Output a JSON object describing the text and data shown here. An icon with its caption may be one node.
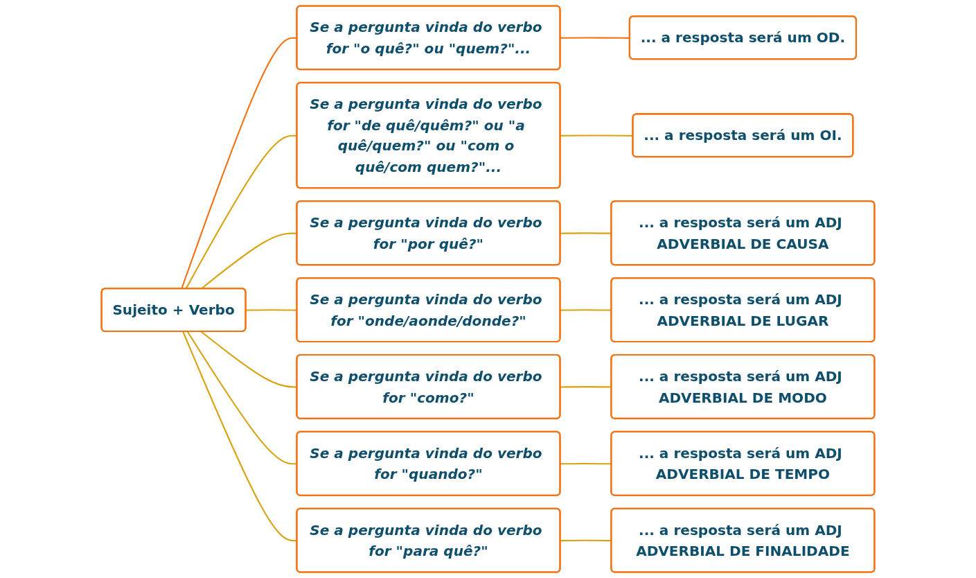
{
  "diagram": {
    "nodes": [
      {
        "text": [
          "Sujeito + Verbo"
        ]
      },
      {
        "text": [
          "Se a pergunta vinda do verbo for \"o quê?\" ou \"quem?\"..."
        ]
      },
      {
        "text": [
          "... a resposta será um OD."
        ]
      },
      {
        "text": [
          "Se a pergunta vinda do verbo for \"de quê/quêm?\" ou \"a quê/quem?\" ou \"com o quê/com quem?\"..."
        ]
      },
      {
        "text": [
          "... a resposta será um OI."
        ]
      },
      {
        "text": [
          "Se a pergunta vinda do verbo for \"por quê?\""
        ]
      },
      {
        "text": [
          "... a resposta será um ADJ ADVERBIAL DE CAUSA"
        ]
      },
      {
        "text": [
          "Se a pergunta vinda do verbo for \"onde/aonde/donde?\""
        ]
      },
      {
        "text": [
          "... a resposta será um ADJ ADVERBIAL DE LUGAR"
        ]
      },
      {
        "text": [
          "Se a pergunta vinda do verbo for \"como?\""
        ]
      },
      {
        "text": [
          "... a resposta será um ADJ ADVERBIAL DE MODO"
        ]
      },
      {
        "text": [
          "Se a pergunta vinda do verbo for \"quando?\""
        ]
      },
      {
        "text": [
          "... a resposta será um ADJ ADVERBIAL DE TEMPO"
        ]
      },
      {
        "text": [
          "Se a pergunta vinda do verbo for \"para quê?\""
        ]
      },
      {
        "text": [
          "... a resposta será um ADJ ADVERBIAL DE FINALIDADE"
        ]
      }
    ],
    "edges": [
      {
        "from": 0,
        "to": 1,
        "arrow": "none",
        "color": "#f5700f"
      },
      {
        "from": 1,
        "to": 2,
        "arrow": "none",
        "color": "#f5700f"
      },
      {
        "from": 0,
        "to": 3,
        "arrow": "none"
      },
      {
        "from": 3,
        "to": 4,
        "arrow": "none"
      },
      {
        "from": 0,
        "to": 5,
        "arrow": "none"
      },
      {
        "from": 5,
        "to": 6,
        "arrow": "none"
      },
      {
        "from": 0,
        "to": 7,
        "arrow": "none"
      },
      {
        "from": 7,
        "to": 8,
        "arrow": "none"
      },
      {
        "from": 0,
        "to": 9,
        "arrow": "none"
      },
      {
        "from": 9,
        "to": 10,
        "arrow": "none"
      },
      {
        "from": 0,
        "to": 11,
        "arrow": "none"
      },
      {
        "from": 11,
        "to": 12,
        "arrow": "none"
      },
      {
        "from": 0,
        "to": 13,
        "arrow": "none"
      },
      {
        "from": 13,
        "to": 14,
        "arrow": "none"
      }
    ]
  }
}
